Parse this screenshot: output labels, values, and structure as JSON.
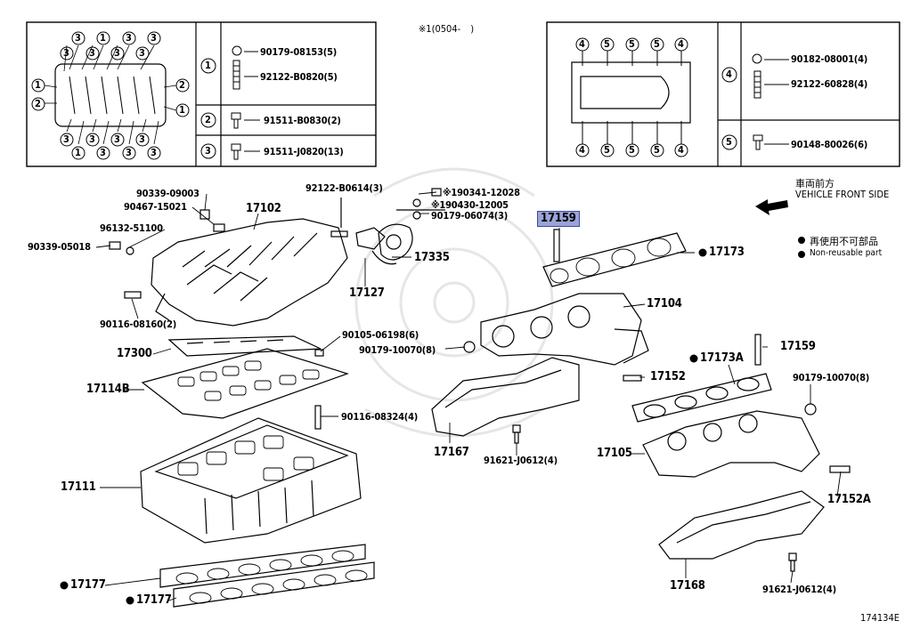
{
  "header_note": "※1(0504-　)",
  "diagram_id": "174134E",
  "direction": {
    "jp": "車両前方",
    "en": "VEHICLE FRONT SIDE"
  },
  "legend": {
    "jp": "再使用不可部品",
    "en": "Non-reusable part"
  },
  "box_left": {
    "markers": [
      "1",
      "2",
      "3"
    ],
    "rows": [
      {
        "marker": "1",
        "parts": [
          "90179-08153(5)",
          "92122-B0820(5)"
        ]
      },
      {
        "marker": "2",
        "parts": [
          "91511-B0830(2)"
        ]
      },
      {
        "marker": "3",
        "parts": [
          "91511-J0820(13)"
        ]
      }
    ]
  },
  "box_right": {
    "markers": [
      "4",
      "5"
    ],
    "rows": [
      {
        "marker": "4",
        "parts": [
          "90182-08001(4)",
          "92122-60828(4)"
        ]
      },
      {
        "marker": "5",
        "parts": [
          "90148-80026(6)"
        ]
      }
    ]
  },
  "labels": {
    "p90339_09003": "90339-09003",
    "p90467_15021": "90467-15021",
    "p17102": "17102",
    "p92122_B0614": "92122-B0614(3)",
    "p190341": "※190341-12028",
    "p190430": "※190430-12005",
    "p90179_06074": "90179-06074(3)",
    "p96132": "96132-51100",
    "p90339_05018": "90339-05018",
    "p17335": "17335",
    "p17127": "17127",
    "p90116_08160": "90116-08160(2)",
    "p90105": "90105-06198(6)",
    "p90179_10070a": "90179-10070(8)",
    "p17300": "17300",
    "p17114B": "17114B",
    "p90116_08324": "90116-08324(4)",
    "p17159_hl": "17159",
    "p17173": "17173",
    "p17104": "17104",
    "p17159b": "17159",
    "p17173A": "17173A",
    "p17152": "17152",
    "p90179_10070b": "90179-10070(8)",
    "p17167": "17167",
    "p91621a": "91621-J0612(4)",
    "p17105": "17105",
    "p17152A": "17152A",
    "p17111": "17111",
    "p17168": "17168",
    "p91621b": "91621-J0612(4)",
    "p17177a": "17177",
    "p17177b": "17177"
  }
}
